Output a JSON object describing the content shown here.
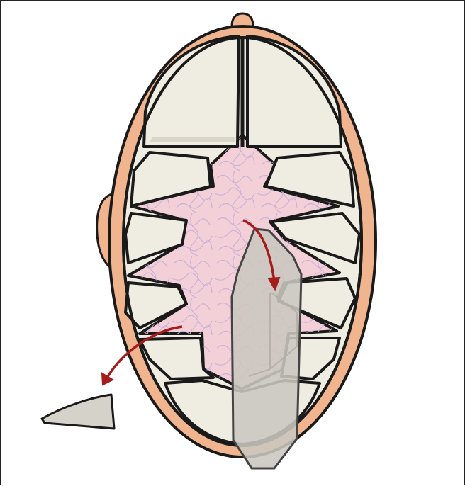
{
  "figure": {
    "background": "#ffffff",
    "colors": {
      "skin": "#f0b58e",
      "skin_dark": "#e8956c",
      "bone": "#efede2",
      "bone_shadow": "#d9d6c8",
      "suture": "#1a1a1a",
      "brain": "#f3cfd8",
      "brain_vessel": "#c9b3d8",
      "arrow": "#a51c1c",
      "flap": "#c9c7bf",
      "flap_edge": "#444444"
    },
    "icons": [
      "skull-top-view",
      "bone-flap-graft",
      "bone-fragment",
      "curved-arrow"
    ]
  }
}
